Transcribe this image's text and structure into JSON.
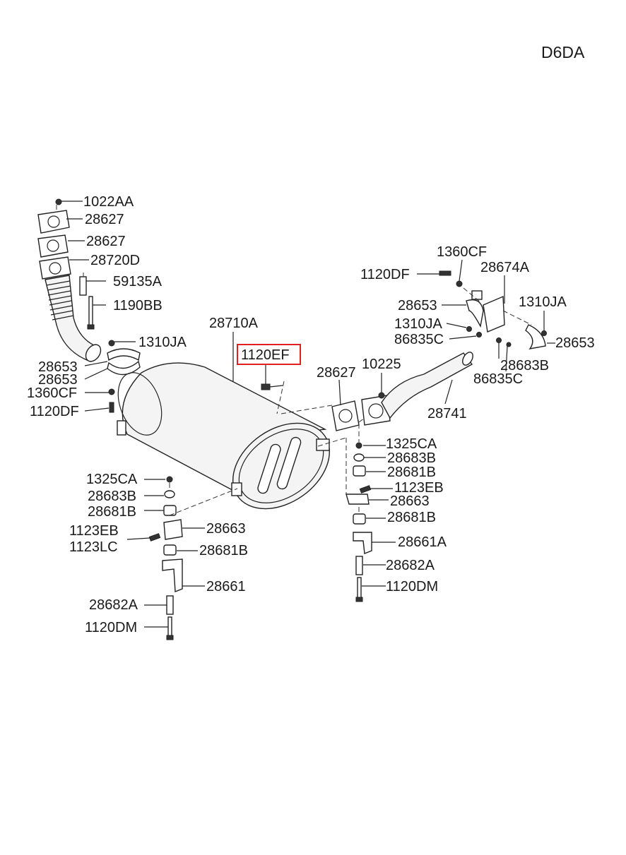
{
  "diagram": {
    "code": "D6DA",
    "highlighted_part": "1120EF",
    "labels": [
      "1022AA",
      "28627",
      "28627",
      "28720D",
      "59135A",
      "1190BB",
      "1310JA",
      "28653",
      "28653",
      "1360CF",
      "1120DF",
      "28710A",
      "1120EF",
      "28627",
      "10225",
      "28741",
      "1360CF",
      "1120DF",
      "28674A",
      "28653",
      "1310JA",
      "1310JA",
      "86835C",
      "28653",
      "28683B",
      "86835C",
      "1325CA",
      "28683B",
      "28681B",
      "1123EB",
      "28663",
      "28681B",
      "28661A",
      "28682A",
      "1120DM",
      "1325CA",
      "28683B",
      "28681B",
      "1123EB",
      "1123LC",
      "28663",
      "28681B",
      "28661",
      "28682A",
      "1120DM"
    ]
  }
}
